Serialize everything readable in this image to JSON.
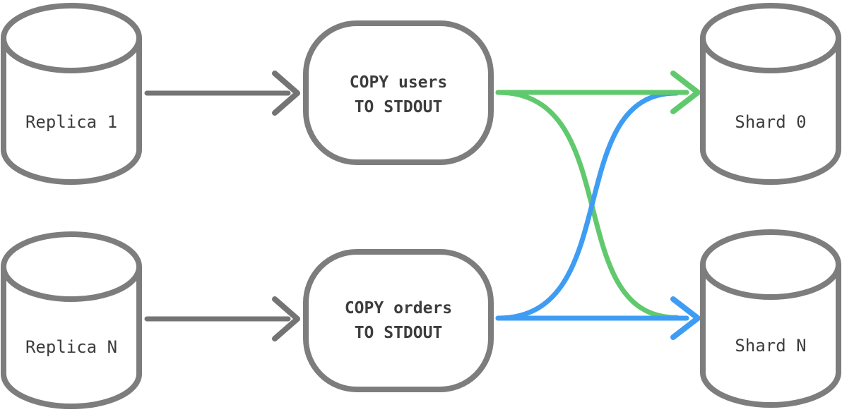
{
  "colors": {
    "node_stroke": "#7d7d7d",
    "arrow_gray": "#747474",
    "green": "#61c96d",
    "blue": "#3e9df3",
    "label_text": "#3d3d3d",
    "node_fill": "#ffffff"
  },
  "nodes": {
    "replica_1": {
      "label": "Replica 1",
      "type": "database"
    },
    "replica_n": {
      "label": "Replica N",
      "type": "database"
    },
    "copy_users": {
      "line1": "COPY users",
      "line2": "TO STDOUT",
      "type": "process"
    },
    "copy_orders": {
      "line1": "COPY orders",
      "line2": "TO STDOUT",
      "type": "process"
    },
    "shard_0": {
      "label": "Shard 0",
      "type": "database"
    },
    "shard_n": {
      "label": "Shard N",
      "type": "database"
    }
  },
  "edges": [
    {
      "from": "Replica 1",
      "to": "COPY users TO STDOUT",
      "color": "#747474",
      "style": "straight-arrow"
    },
    {
      "from": "Replica N",
      "to": "COPY orders TO STDOUT",
      "color": "#747474",
      "style": "straight-arrow"
    },
    {
      "from": "COPY users TO STDOUT",
      "to": "Shard 0",
      "color": "#61c96d",
      "style": "straight-arrow"
    },
    {
      "from": "COPY users TO STDOUT",
      "to": "Shard N",
      "color": "#61c96d",
      "style": "s-curve"
    },
    {
      "from": "COPY orders TO STDOUT",
      "to": "Shard N",
      "color": "#3e9df3",
      "style": "straight-arrow"
    },
    {
      "from": "COPY orders TO STDOUT",
      "to": "Shard 0",
      "color": "#3e9df3",
      "style": "s-curve"
    }
  ]
}
